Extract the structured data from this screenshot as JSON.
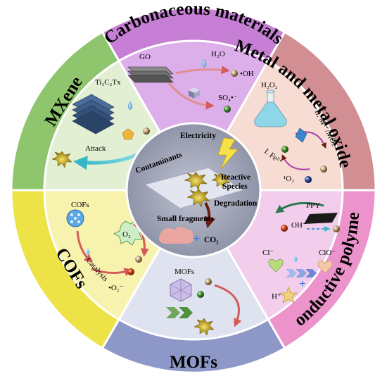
{
  "sectors": {
    "carbonaceous": {
      "title": "Carbonaceous materials",
      "go": "GO",
      "h2o": "H₂O",
      "oh": "•OH",
      "so4": "SO₄•⁻",
      "color": "#d6a6e8"
    },
    "metal": {
      "title": "Metal and metal oxide",
      "h2o2": "H₂O₂",
      "step2": "II. Mⁿ⁺/MOₓ",
      "step1": "I. Fe²⁺",
      "o2": "¹O₂",
      "color": "#e5a5aa"
    },
    "conductive": {
      "title": "Conductive polymer",
      "ppy": "PPY",
      "oh": "OH⁻",
      "cl": "Cl⁻",
      "clo": "ClO⁻",
      "h": "H⁺",
      "color": "#f0a6d8"
    },
    "mofs": {
      "title": "MOFs",
      "mofs": "MOFs",
      "color": "#9aa2cd"
    },
    "cofs": {
      "title": "COFs",
      "cofs": "COFs",
      "o2": "O₂",
      "catalysis": "Catalysis",
      "o2rad": "•O₂⁻",
      "color": "#f1ec6a"
    },
    "mxene": {
      "title": "MXene",
      "formula": "Ti₃C₂Tx",
      "attack": "Attack",
      "color": "#9ec97a"
    }
  },
  "center": {
    "electricity": "Electricity",
    "contaminants": "Contaminants",
    "reactive1": "Reactive",
    "reactive2": "Species",
    "degradation": "Degradation",
    "small": "Small fragments",
    "co2": "CO₂"
  }
}
